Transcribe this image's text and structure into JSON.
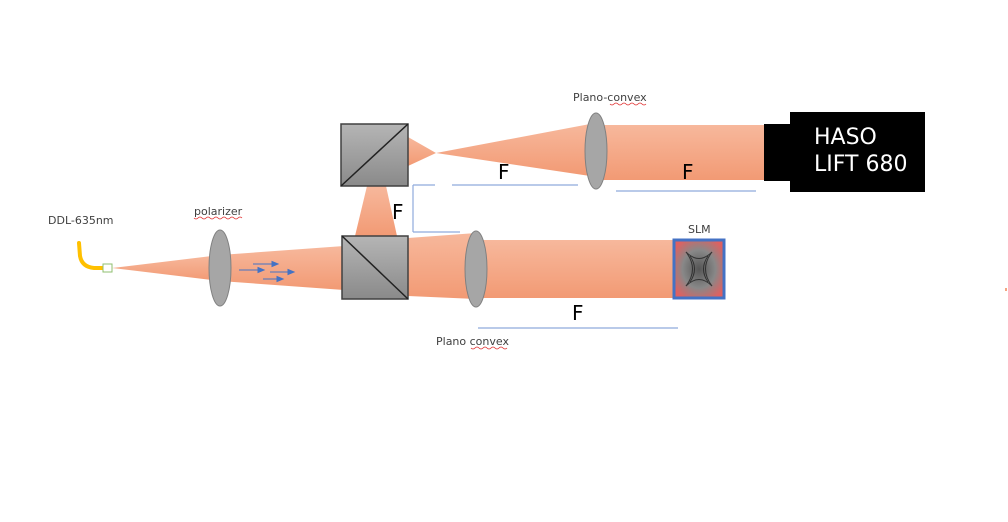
{
  "diagram": {
    "source_label": "DDL-635nm",
    "polarizer_label": "polarizer",
    "lens_top_label": "Plano-convex",
    "lens_bottom_label": "Plano convex",
    "slm_label": "SLM",
    "camera_label_line1": "HASO",
    "camera_label_line2": "LIFT 680",
    "focal_labels": [
      "F",
      "F",
      "F",
      "F"
    ]
  },
  "colors": {
    "beam": "#f4a582",
    "lens": "#a6a6a6",
    "cube": "#9a9a9a",
    "guide_line": "#8faadc",
    "fiber": "#ffc000",
    "camera": "#000000",
    "arrows": "#4472c4"
  }
}
